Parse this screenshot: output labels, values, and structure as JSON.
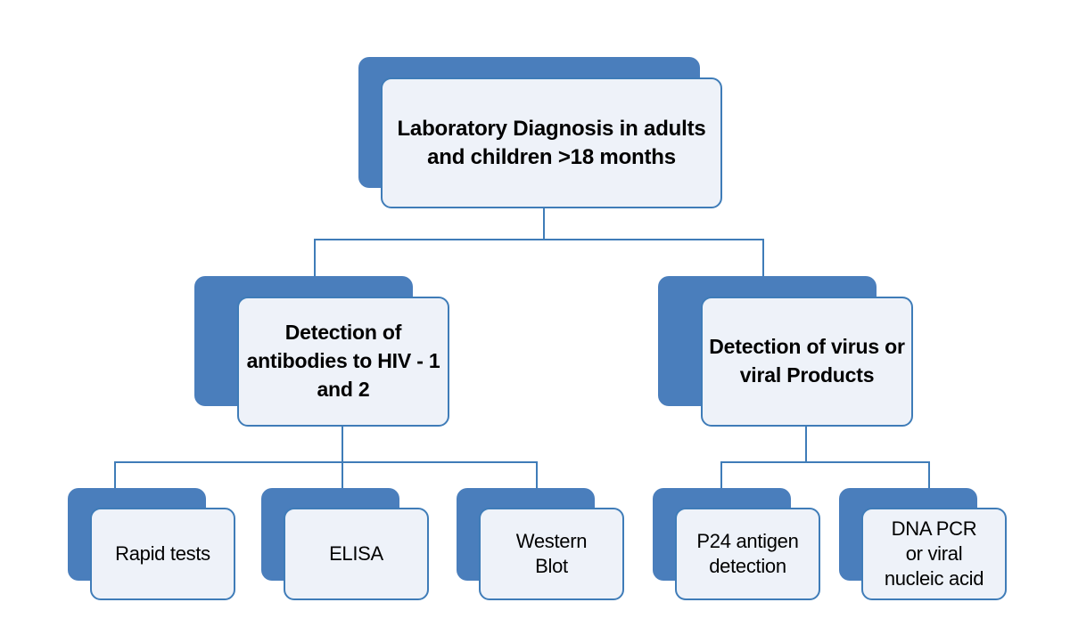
{
  "diagram": {
    "title": "Laboratory Diagnosis of HIV flowchart",
    "type": "tree",
    "background_color": "#ffffff",
    "node_fill_color": "#eef2f9",
    "node_border_color": "#3f7cb8",
    "node_shadow_color": "#4a7ebc",
    "connector_color": "#3f7cb8",
    "text_color": "#000000"
  },
  "nodes": {
    "root": {
      "label": "Laboratory Diagnosis in adults and children >18 months"
    },
    "branch_left": {
      "label": "Detection of antibodies to HIV - 1 and 2"
    },
    "branch_right": {
      "label": "Detection of virus or  viral Products"
    },
    "leaf_rapid_tests": {
      "label": "Rapid tests"
    },
    "leaf_elisa": {
      "label": "ELISA"
    },
    "leaf_western_blot": {
      "label": "Western\nBlot"
    },
    "leaf_p24": {
      "label": "P24 antigen\ndetection"
    },
    "leaf_dna_pcr": {
      "label": "DNA PCR\nor viral\nnucleic acid"
    }
  }
}
